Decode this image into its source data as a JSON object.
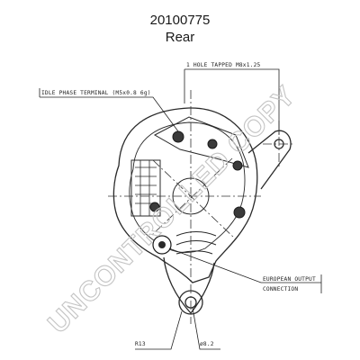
{
  "header": {
    "part_number": "20100775",
    "view": "Rear"
  },
  "annotations": {
    "tapped_hole": "1 HOLE TAPPED M8x1.25",
    "phase_terminal": "IDLE PHASE TERMINAL (M5x0.8 6g)",
    "output_connection_line1": "EUROPEAN OUTPUT",
    "output_connection_line2": "CONNECTION",
    "radius_dim": "R13",
    "diameter_dim": "ø8.2"
  },
  "watermark": {
    "text": "UNCONTROLLED COPY",
    "color": "#c4c4c4"
  }
}
